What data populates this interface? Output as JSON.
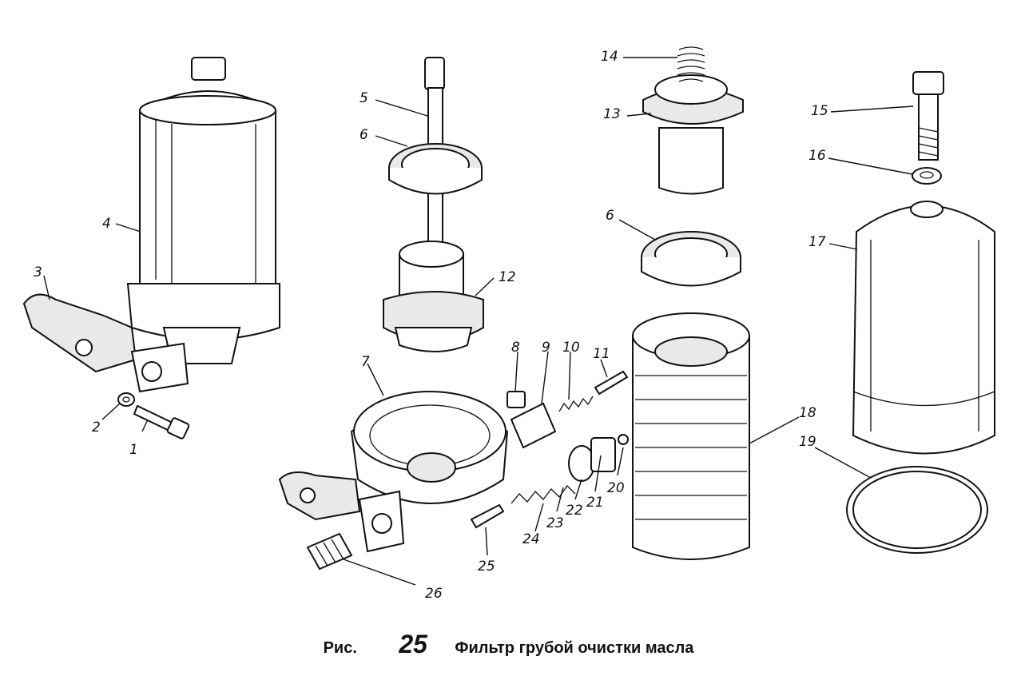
{
  "caption": {
    "prefix": "Рис.",
    "number": "25",
    "title": "Фильтр грубой очистки масла"
  },
  "callouts": [
    "1",
    "2",
    "3",
    "4",
    "5",
    "6",
    "7",
    "8",
    "9",
    "10",
    "11",
    "12",
    "13",
    "14",
    "15",
    "16",
    "6",
    "17",
    "18",
    "19",
    "20",
    "21",
    "22",
    "23",
    "24",
    "25",
    "26"
  ]
}
